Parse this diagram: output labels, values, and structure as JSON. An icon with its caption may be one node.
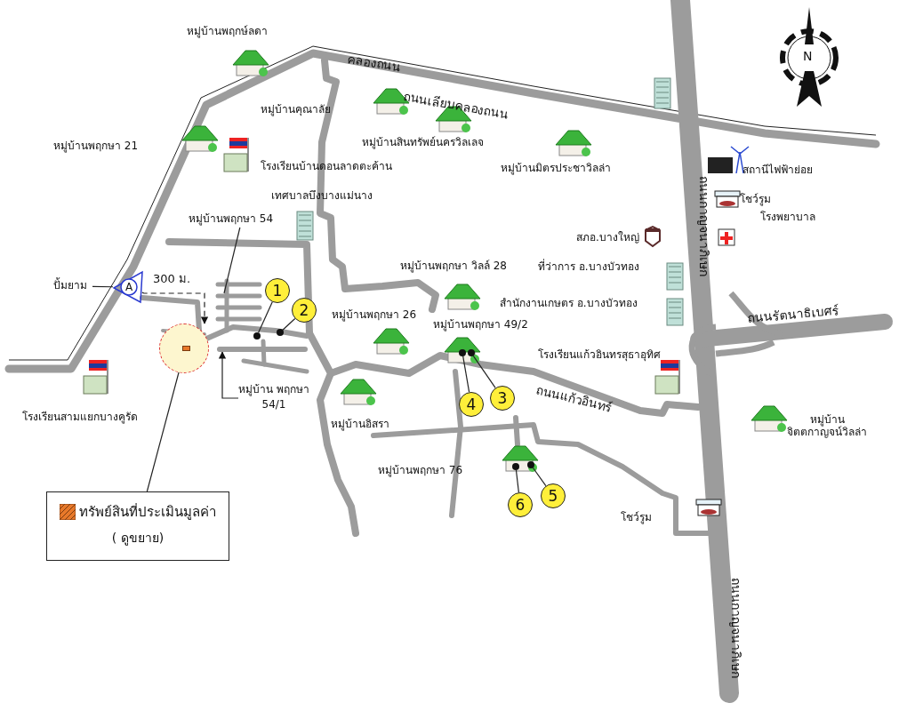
{
  "diagram": {
    "nodes": [
      {
        "text": [
          "1"
        ]
      },
      {
        "text": [
          "2"
        ]
      },
      {
        "text": [
          "3"
        ]
      },
      {
        "text": [
          "4"
        ]
      },
      {
        "text": [
          "5"
        ]
      },
      {
        "text": [
          "6"
        ]
      },
      {
        "text": [],
        "shape": "circle"
      },
      {
        "text": [],
        "shape": "circle"
      },
      {
        "text": [],
        "shape": "circle"
      },
      {
        "text": [],
        "shape": "circle"
      },
      {
        "text": [],
        "shape": "circle"
      },
      {
        "text": [],
        "shape": "circle"
      },
      {
        "text": [
          "ทรัพย์สินที่ประเมินมูลค่า",
          "( ดูขยาย)"
        ]
      },
      {
        "text": [],
        "shape": "circle"
      },
      {
        "text": [],
        "shape": "box",
        "in": 13
      },
      {
        "text": [
          "A"
        ]
      },
      {
        "text": [
          "ปั้มยาม"
        ]
      },
      {
        "text": [
          "หมู่บ้าน พฤกษา 54/1"
        ]
      },
      {
        "text": [
          "หมู่บ้านพฤกษา 54"
        ]
      },
      {
        "text": [],
        "shape": "bar"
      }
    ],
    "edges": [
      {
        "from": 0,
        "to": 6,
        "arrow": "none"
      },
      {
        "from": 1,
        "to": 7,
        "arrow": "none"
      },
      {
        "from": 2,
        "to": 8,
        "arrow": "none"
      },
      {
        "from": 3,
        "to": 9,
        "arrow": "none"
      },
      {
        "from": 4,
        "to": 10,
        "arrow": "none"
      },
      {
        "from": 5,
        "to": 11,
        "arrow": "none"
      },
      {
        "from": 12,
        "to": 14,
        "arrow": "none"
      },
      {
        "from": 16,
        "to": 15,
        "arrow": "none"
      },
      {
        "from": 15,
        "to": 13,
        "arrow": "to",
        "style": "dashed",
        "label": "300 ม."
      },
      {
        "from": 17,
        "to": 19,
        "arrow": "to"
      },
      {
        "from": 18,
        "to": null,
        "arrow": "none"
      }
    ],
    "labels": [
      "หมู่บ้านพฤกษ์ลดา",
      "คลองถนน",
      "ถนนเลียบคลองถนน",
      "หมู่บ้านคุณาลัย",
      "หมู่บ้านพฤกษา 21",
      "โรงเรียนบ้านดอนลาดตะค้าน",
      "เทศบาลบึงบางแม่นาง",
      "หมู่บ้านสินทรัพย์นครวิลเลจ",
      "หมู่บ้านมิตรประชาวิลล่า",
      "สถานีไฟฟ้าย่อย",
      "ถนนกาญจนาภิเษก",
      "โรงพยาบาล",
      "โชว์รูม",
      "สภอ.บางใหญ่",
      "หมู่บ้านพฤกษา วิลล์ 28",
      "ที่ว่าการ อ.บางบัวทอง",
      "สำนักงานเกษตร อ.บางบัวทอง",
      "หมู่บ้านพฤกษา 26",
      "หมู่บ้านพฤกษา 49/2",
      "ถนนรัตนาธิเบศร์",
      "โรงเรียนแก้วอินทรสุธาอุทิศ",
      "โรงเรียนสามแยกบางคูรัด",
      "ถนนแก้วอินทร์",
      "หมู่บ้านอิสรา",
      "หมู่บ้าน จิตตกาญจน์วิลล่า",
      "หมู่บ้านพฤกษา 76",
      "โชว์รูม",
      "ถนนกาญจนาภิเษก",
      "N"
    ]
  }
}
